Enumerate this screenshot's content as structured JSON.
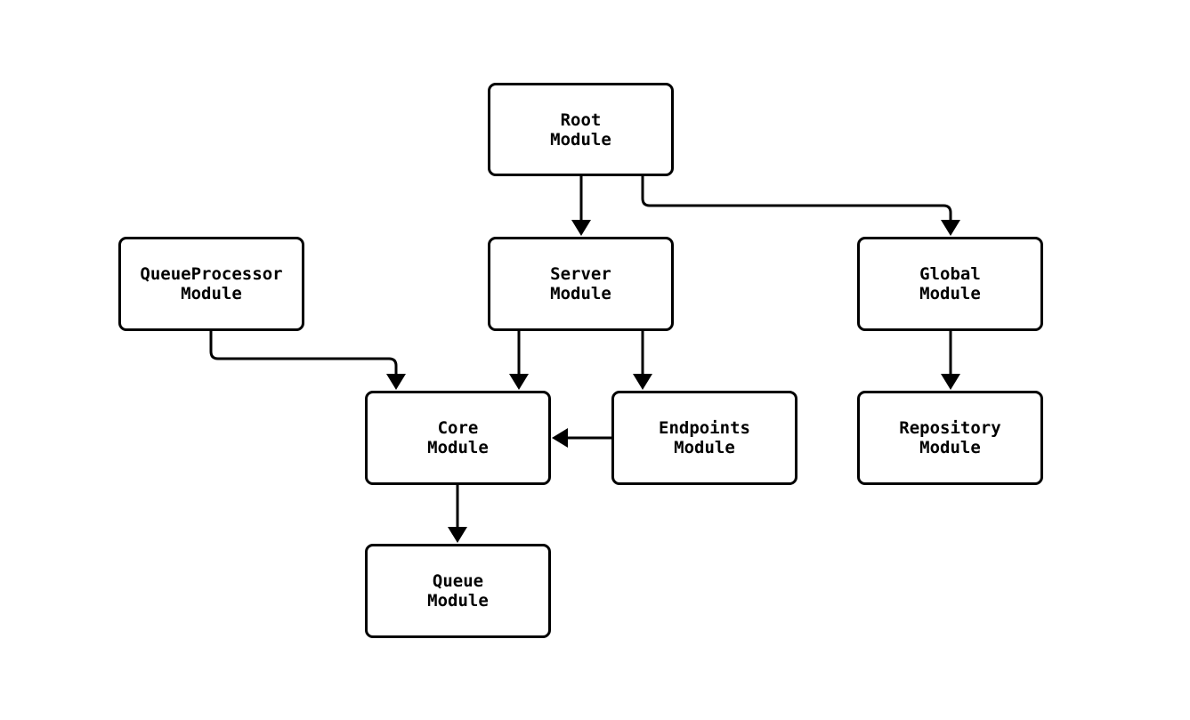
{
  "diagram": {
    "type": "flowchart",
    "direction": "top-down",
    "nodes": [
      {
        "id": "root",
        "label": "Root\nModule"
      },
      {
        "id": "queueprocessor",
        "label": "QueueProcessor\nModule"
      },
      {
        "id": "server",
        "label": "Server\nModule"
      },
      {
        "id": "global",
        "label": "Global\nModule"
      },
      {
        "id": "core",
        "label": "Core\nModule"
      },
      {
        "id": "endpoints",
        "label": "Endpoints\nModule"
      },
      {
        "id": "repository",
        "label": "Repository\nModule"
      },
      {
        "id": "queue",
        "label": "Queue\nModule"
      }
    ],
    "edges": [
      {
        "from": "root",
        "to": "server"
      },
      {
        "from": "root",
        "to": "global"
      },
      {
        "from": "queueprocessor",
        "to": "core"
      },
      {
        "from": "server",
        "to": "core"
      },
      {
        "from": "server",
        "to": "endpoints"
      },
      {
        "from": "endpoints",
        "to": "core"
      },
      {
        "from": "global",
        "to": "repository"
      },
      {
        "from": "core",
        "to": "queue"
      }
    ],
    "colors": {
      "background": "#ffffff",
      "node_fill": "#ffffff",
      "node_border": "#000000",
      "edge_stroke": "#000000",
      "text": "#000000"
    }
  }
}
